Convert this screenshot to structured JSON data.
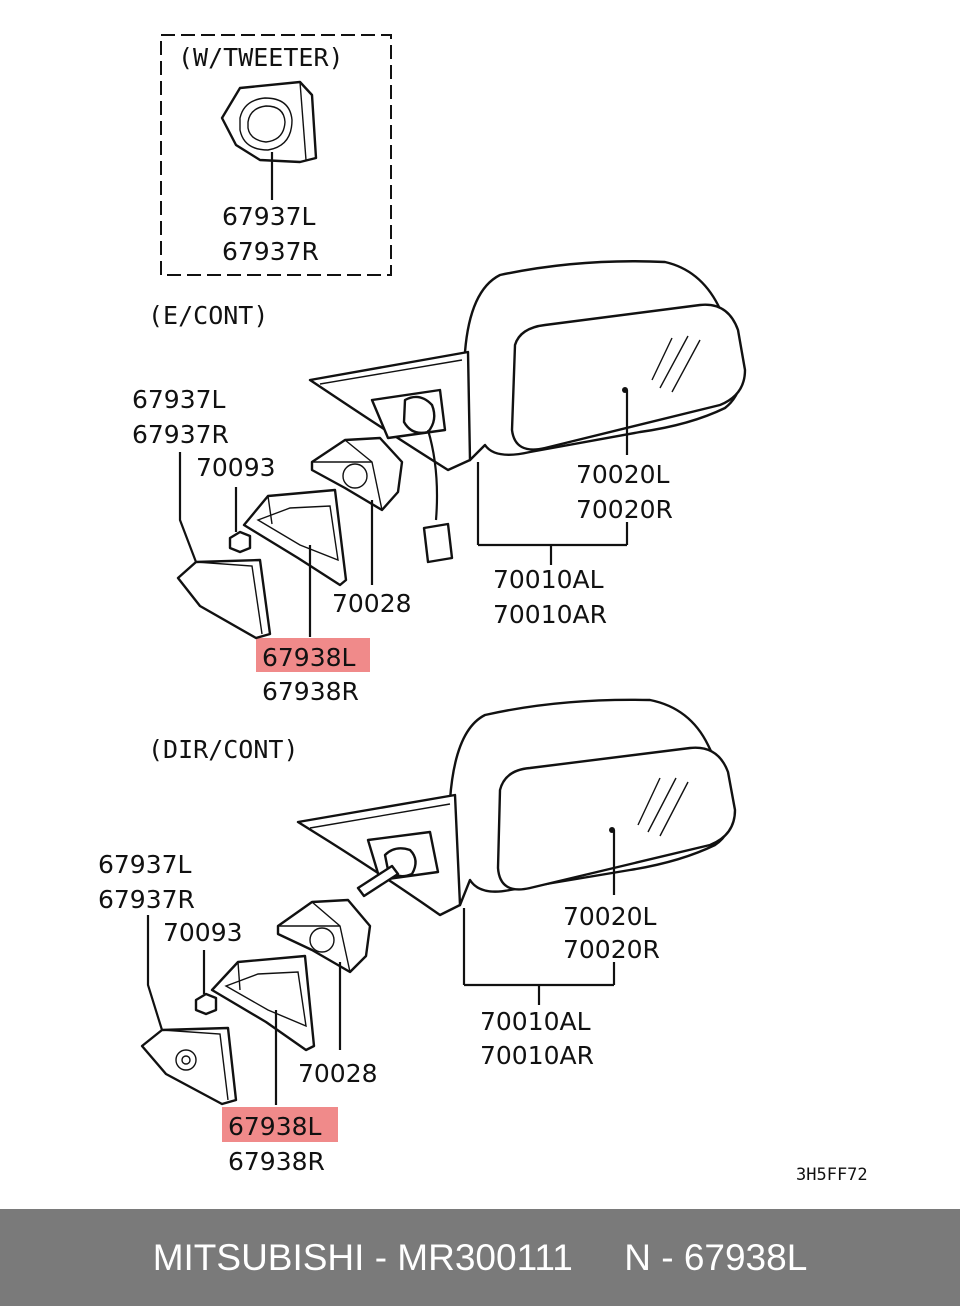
{
  "section_labels": {
    "tweeter": "(W/TWEETER)",
    "econt": "(E/CONT)",
    "dircont": "(DIR/CONT)"
  },
  "tweeter": {
    "p1": "67937L",
    "p2": "67937R"
  },
  "econt": {
    "cover_l": "67937L",
    "cover_r": "67937R",
    "nut": "70093",
    "seal": "70028",
    "glass_l": "70020L",
    "glass_r": "70020R",
    "assy_l": "70010AL",
    "assy_r": "70010AR",
    "garnish_l": "67938L",
    "garnish_r": "67938R"
  },
  "dircont": {
    "cover_l": "67937L",
    "cover_r": "67937R",
    "nut": "70093",
    "seal": "70028",
    "glass_l": "70020L",
    "glass_r": "70020R",
    "assy_l": "70010AL",
    "assy_r": "70010AR",
    "garnish_l": "67938L",
    "garnish_r": "67938R"
  },
  "reference_code": "3H5FF72",
  "highlight_color": "#f08a8a",
  "footer": {
    "background": "#7a7a7a",
    "text": "MITSUBISHI - MR300111     N - 67938L"
  }
}
